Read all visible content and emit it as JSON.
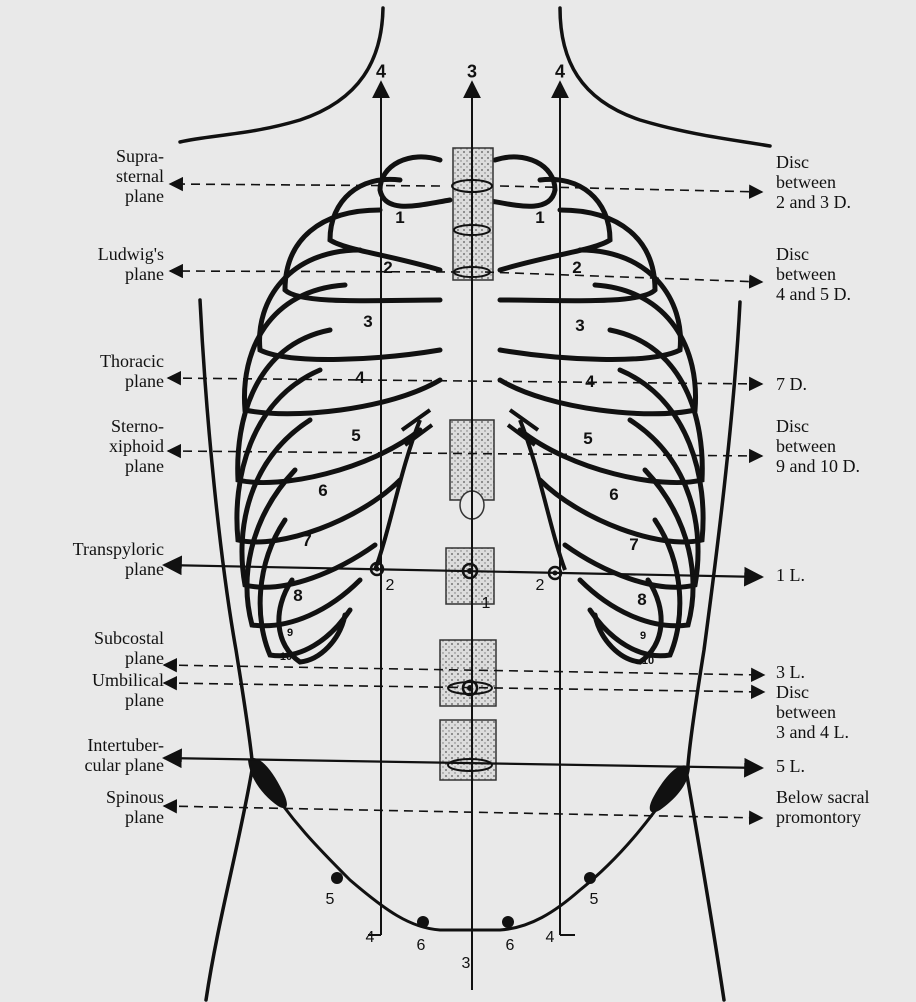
{
  "left_labels": {
    "suprasternal": [
      "Supra-",
      "sternal",
      "plane"
    ],
    "ludwigs": [
      "Ludwig's",
      "plane"
    ],
    "thoracic": [
      "Thoracic",
      "plane"
    ],
    "sternoxiphoid": [
      "Sterno-",
      "xiphoid",
      "plane"
    ],
    "transpyloric": [
      "Transpyloric",
      "plane"
    ],
    "subcostal": [
      "Subcostal",
      "plane"
    ],
    "umbilical": [
      "Umbilical",
      "plane"
    ],
    "intertubercular": [
      "Intertuber-",
      "cular plane"
    ],
    "spinous": [
      "Spinous",
      "plane"
    ]
  },
  "right_labels": {
    "suprasternal": [
      "Disc",
      "between",
      "2 and 3 D."
    ],
    "ludwigs": [
      "Disc",
      "between",
      "4 and 5 D."
    ],
    "thoracic": [
      "7 D."
    ],
    "sternoxiphoid": [
      "Disc",
      "between",
      "9 and 10 D."
    ],
    "transpyloric": [
      "1 L."
    ],
    "subcostal": [
      "3 L."
    ],
    "umbilical": [
      "Disc",
      "between",
      "3 and 4 L."
    ],
    "intertubercular": [
      "5 L."
    ],
    "spinous": [
      "Below sacral",
      "promontory"
    ]
  },
  "vertical_line_labels": {
    "left": "4",
    "center": "3",
    "right": "4"
  },
  "rib_numbers": [
    "1",
    "2",
    "3",
    "4",
    "5",
    "6",
    "7",
    "8",
    "9",
    "10"
  ],
  "point_labels": {
    "transpyloric_left": "2",
    "transpyloric_center": "1",
    "transpyloric_right": "2",
    "bottom_left_4": "4",
    "bottom_right_4": "4",
    "bottom_center_3": "3",
    "left_5": "5",
    "right_5": "5",
    "left_6": "6",
    "right_6": "6"
  }
}
